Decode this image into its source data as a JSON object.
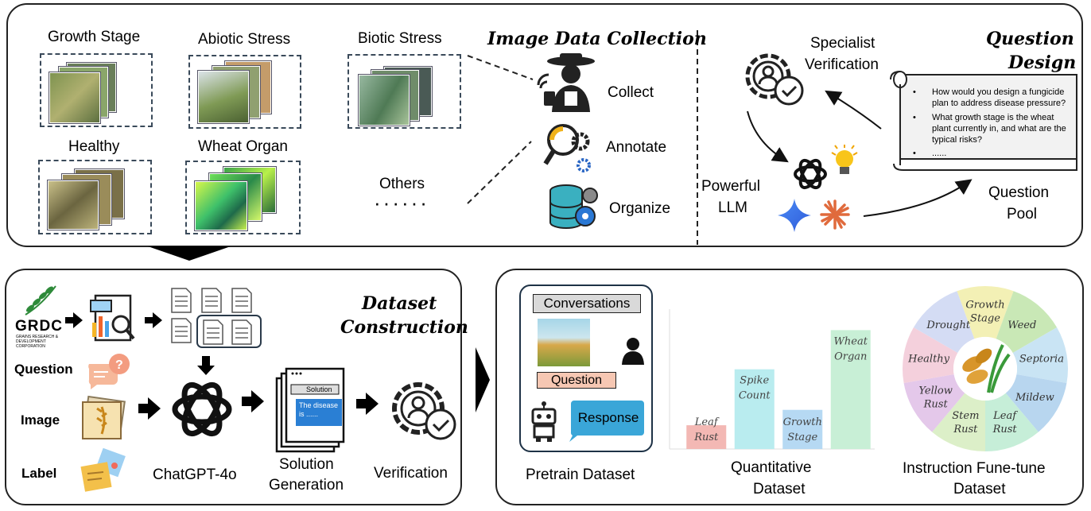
{
  "top": {
    "title": "Image Data Collection",
    "categories": [
      "Growth Stage",
      "Abiotic Stress",
      "Biotic Stress",
      "Healthy",
      "Wheat Organ",
      "Others"
    ],
    "steps": [
      "Collect",
      "Annotate",
      "Organize"
    ],
    "question_design": {
      "title_line1": "Question",
      "title_line2": "Design",
      "specialist_line1": "Specialist",
      "specialist_line2": "Verification",
      "llm_line1": "Powerful",
      "llm_line2": "LLM",
      "pool_line1": "Question",
      "pool_line2": "Pool",
      "questions": [
        "How would you design a fungicide plan to address disease pressure?",
        "What growth stage is the wheat plant currently in, and what are the typical risks?",
        "......"
      ]
    }
  },
  "construction": {
    "title_line1": "Dataset",
    "title_line2": "Construction",
    "org_logo": "GRDC",
    "org_sub": "GRAINS RESEARCH & DEVELOPMENT CORPORATION",
    "inputs": [
      "Question",
      "Image",
      "Label"
    ],
    "model": "ChatGPT-4o",
    "solution_header": "Solution",
    "solution_text": "The disease is ......",
    "solution_label_line1": "Solution",
    "solution_label_line2": "Generation",
    "verification": "Verification"
  },
  "datasets": {
    "pretrain": {
      "conversations": "Conversations",
      "question": "Question",
      "response": "Response",
      "caption": "Pretrain Dataset"
    },
    "quantitative_caption_line1": "Quantitative",
    "quantitative_caption_line2": "Dataset",
    "instruction_caption_line1": "Instruction Fune-tune",
    "instruction_caption_line2": "Dataset",
    "wheel_segments": [
      {
        "label": "Growth Stage",
        "color": "#f3f0b5"
      },
      {
        "label": "Weed",
        "color": "#c9e8b6"
      },
      {
        "label": "Septoria",
        "color": "#c9e4f4"
      },
      {
        "label": "Mildew",
        "color": "#b8d6ef"
      },
      {
        "label": "Leaf Rust",
        "color": "#c6eed8"
      },
      {
        "label": "Stem Rust",
        "color": "#dcefc8"
      },
      {
        "label": "Yellow Rust",
        "color": "#e4c8ea"
      },
      {
        "label": "Healthy",
        "color": "#f4d0dc"
      },
      {
        "label": "Drought",
        "color": "#d4dcf4"
      }
    ]
  },
  "chart_data": {
    "type": "bar",
    "categories": [
      "Leaf Rust",
      "Spike Count",
      "Growth Stage",
      "Wheat Organ"
    ],
    "values": [
      17,
      57,
      28,
      85
    ],
    "colors": [
      "#f3b8b4",
      "#b9ecef",
      "#b6d9f3",
      "#c8efd6"
    ],
    "ylim": [
      0,
      100
    ]
  }
}
